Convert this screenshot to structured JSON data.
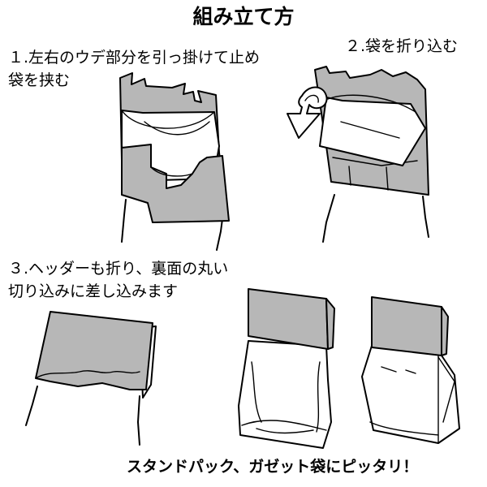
{
  "title": "組み立て方",
  "steps": {
    "step1_line1": "１.左右のウデ部分を引っ掛けて止め",
    "step1_line2": "袋を挟む",
    "step2": "２.袋を折り込む",
    "step3_line1": "３.ヘッダーも折り、裏面の丸い",
    "step3_line2": "切り込みに差し込みます"
  },
  "footer": "スタンドパック、ガゼット袋にピッタリ！",
  "colors": {
    "header_gray": "#b7b7b7",
    "outline": "#000000",
    "background": "#ffffff"
  }
}
